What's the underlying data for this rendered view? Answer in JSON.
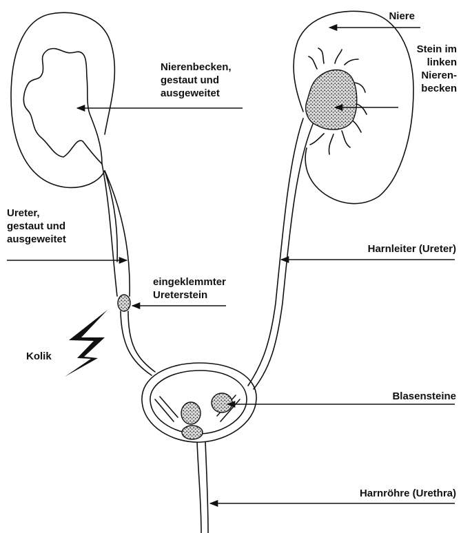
{
  "labels": {
    "niere": "Niere",
    "stein_im_linken_nierenbecken": [
      "Stein im",
      "linken",
      "Nieren-",
      "becken"
    ],
    "nierenbecken_gestaut": [
      "Nierenbecken,",
      "gestaut und",
      "ausgeweitet"
    ],
    "ureter_gestaut": [
      "Ureter,",
      "gestaut und",
      "ausgeweitet"
    ],
    "harnleiter": "Harnleiter (Ureter)",
    "eingeklemmter_ureterstein": [
      "eingeklemmter",
      "Ureterstein"
    ],
    "kolik": "Kolik",
    "blasensteine": "Blasensteine",
    "harnroehre": "Harnröhre (Urethra)"
  },
  "colors": {
    "ink": "#111111",
    "stone": "#7a7a7a",
    "background": "#ffffff"
  }
}
